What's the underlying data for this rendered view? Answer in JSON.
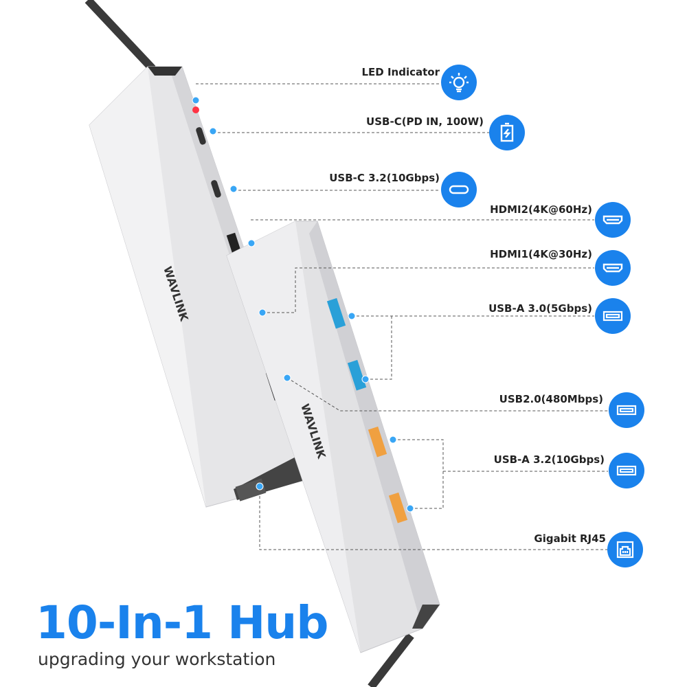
{
  "brand": "WAVLINK",
  "accent_color": "#1a82ec",
  "headline": "10-In-1 Hub",
  "subline": "upgrading your workstation",
  "features": [
    {
      "label": "LED Indicator",
      "icon": "lightbulb-icon"
    },
    {
      "label": "USB-C(PD IN, 100W)",
      "icon": "battery-charge-icon"
    },
    {
      "label": "USB-C 3.2(10Gbps)",
      "icon": "usb-c-port-icon"
    },
    {
      "label": "HDMI2(4K@60Hz)",
      "icon": "hdmi-port-icon"
    },
    {
      "label": "HDMI1(4K@30Hz)",
      "icon": "hdmi-port-icon"
    },
    {
      "label": "USB-A 3.0(5Gbps)",
      "icon": "usb-a-port-icon"
    },
    {
      "label": "USB2.0(480Mbps)",
      "icon": "usb-a-port-icon"
    },
    {
      "label": "USB-A 3.2(10Gbps)",
      "icon": "usb-a-port-icon"
    },
    {
      "label": "Gigabit RJ45",
      "icon": "ethernet-port-icon"
    }
  ]
}
